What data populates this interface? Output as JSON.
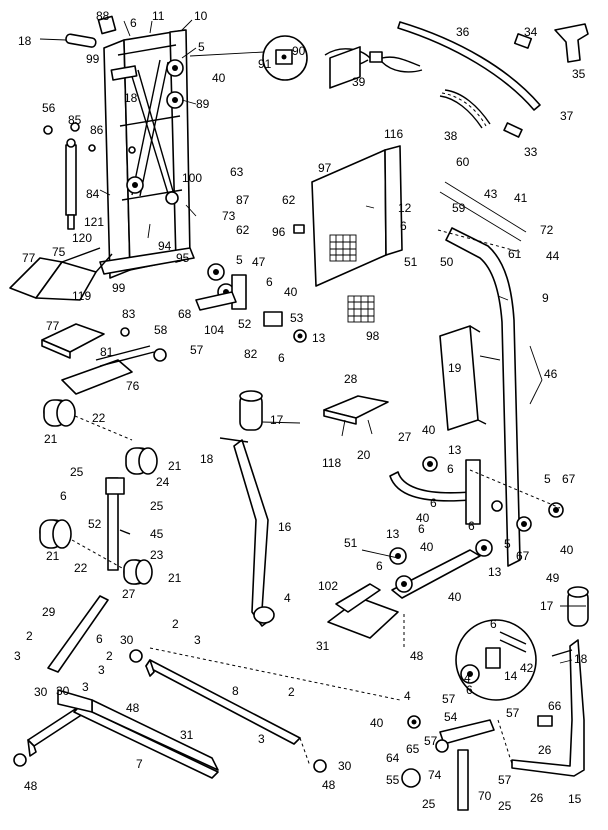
{
  "callouts": [
    {
      "id": "c88",
      "text": "88"
    },
    {
      "id": "c6a",
      "text": "6"
    },
    {
      "id": "c11",
      "text": "11"
    },
    {
      "id": "c10",
      "text": "10"
    },
    {
      "id": "c18a",
      "text": "18"
    },
    {
      "id": "c99a",
      "text": "99"
    },
    {
      "id": "c5a",
      "text": "5"
    },
    {
      "id": "c40a",
      "text": "40"
    },
    {
      "id": "c18b",
      "text": "18"
    },
    {
      "id": "c89",
      "text": "89"
    },
    {
      "id": "c91",
      "text": "91"
    },
    {
      "id": "c90",
      "text": "90"
    },
    {
      "id": "c39",
      "text": "39"
    },
    {
      "id": "c36",
      "text": "36"
    },
    {
      "id": "c34",
      "text": "34"
    },
    {
      "id": "c35",
      "text": "35"
    },
    {
      "id": "c37",
      "text": "37"
    },
    {
      "id": "c38",
      "text": "38"
    },
    {
      "id": "c33",
      "text": "33"
    },
    {
      "id": "c56",
      "text": "56"
    },
    {
      "id": "c85",
      "text": "85"
    },
    {
      "id": "c86",
      "text": "86"
    },
    {
      "id": "c116",
      "text": "116"
    },
    {
      "id": "c84",
      "text": "84"
    },
    {
      "id": "c100",
      "text": "100"
    },
    {
      "id": "c63",
      "text": "63"
    },
    {
      "id": "c87",
      "text": "87"
    },
    {
      "id": "c73",
      "text": "73"
    },
    {
      "id": "c62a",
      "text": "62"
    },
    {
      "id": "c121",
      "text": "121"
    },
    {
      "id": "c94",
      "text": "94"
    },
    {
      "id": "c95",
      "text": "95"
    },
    {
      "id": "c120",
      "text": "120"
    },
    {
      "id": "c75",
      "text": "75"
    },
    {
      "id": "c77a",
      "text": "77"
    },
    {
      "id": "c119",
      "text": "119"
    },
    {
      "id": "c99b",
      "text": "99"
    },
    {
      "id": "c97",
      "text": "97"
    },
    {
      "id": "c62b",
      "text": "62"
    },
    {
      "id": "c12",
      "text": "12"
    },
    {
      "id": "c96",
      "text": "96"
    },
    {
      "id": "c6b",
      "text": "6"
    },
    {
      "id": "c60",
      "text": "60"
    },
    {
      "id": "c43",
      "text": "43"
    },
    {
      "id": "c41",
      "text": "41"
    },
    {
      "id": "c59",
      "text": "59"
    },
    {
      "id": "c72",
      "text": "72"
    },
    {
      "id": "c44",
      "text": "44"
    },
    {
      "id": "c51a",
      "text": "51"
    },
    {
      "id": "c50",
      "text": "50"
    },
    {
      "id": "c61",
      "text": "61"
    },
    {
      "id": "c9",
      "text": "9"
    },
    {
      "id": "c5b",
      "text": "5"
    },
    {
      "id": "c47",
      "text": "47"
    },
    {
      "id": "c6c",
      "text": "6"
    },
    {
      "id": "c40b",
      "text": "40"
    },
    {
      "id": "c68",
      "text": "68"
    },
    {
      "id": "c52a",
      "text": "52"
    },
    {
      "id": "c53",
      "text": "53"
    },
    {
      "id": "c104",
      "text": "104"
    },
    {
      "id": "c82",
      "text": "82"
    },
    {
      "id": "c6d",
      "text": "6"
    },
    {
      "id": "c13a",
      "text": "13"
    },
    {
      "id": "c98",
      "text": "98"
    },
    {
      "id": "c83",
      "text": "83"
    },
    {
      "id": "c77b",
      "text": "77"
    },
    {
      "id": "c58",
      "text": "58"
    },
    {
      "id": "c81",
      "text": "81"
    },
    {
      "id": "c57a",
      "text": "57"
    },
    {
      "id": "c76",
      "text": "76"
    },
    {
      "id": "c19",
      "text": "19"
    },
    {
      "id": "c46",
      "text": "46"
    },
    {
      "id": "c28",
      "text": "28"
    },
    {
      "id": "c17a",
      "text": "17"
    },
    {
      "id": "c22a",
      "text": "22"
    },
    {
      "id": "c21a",
      "text": "21"
    },
    {
      "id": "c18c",
      "text": "18"
    },
    {
      "id": "c21b",
      "text": "21"
    },
    {
      "id": "c118",
      "text": "118"
    },
    {
      "id": "c20",
      "text": "20"
    },
    {
      "id": "c27a",
      "text": "27"
    },
    {
      "id": "c40c",
      "text": "40"
    },
    {
      "id": "c13b",
      "text": "13"
    },
    {
      "id": "c6e",
      "text": "6"
    },
    {
      "id": "c25a",
      "text": "25"
    },
    {
      "id": "c24",
      "text": "24"
    },
    {
      "id": "c5c",
      "text": "5"
    },
    {
      "id": "c67a",
      "text": "67"
    },
    {
      "id": "c6f",
      "text": "6"
    },
    {
      "id": "c25b",
      "text": "25"
    },
    {
      "id": "c16",
      "text": "16"
    },
    {
      "id": "c6g",
      "text": "6"
    },
    {
      "id": "c52b",
      "text": "52"
    },
    {
      "id": "c45",
      "text": "45"
    },
    {
      "id": "c21c",
      "text": "21"
    },
    {
      "id": "c22b",
      "text": "22"
    },
    {
      "id": "c23",
      "text": "23"
    },
    {
      "id": "c13c",
      "text": "13"
    },
    {
      "id": "c51b",
      "text": "51"
    },
    {
      "id": "c40d",
      "text": "40"
    },
    {
      "id": "c6h",
      "text": "6"
    },
    {
      "id": "c40e",
      "text": "40"
    },
    {
      "id": "c6i",
      "text": "6"
    },
    {
      "id": "c5d",
      "text": "5"
    },
    {
      "id": "c67b",
      "text": "67"
    },
    {
      "id": "c40f",
      "text": "40"
    },
    {
      "id": "c6j",
      "text": "6"
    },
    {
      "id": "c13d",
      "text": "13"
    },
    {
      "id": "c21d",
      "text": "21"
    },
    {
      "id": "c27b",
      "text": "27"
    },
    {
      "id": "c102",
      "text": "102"
    },
    {
      "id": "c40g",
      "text": "40"
    },
    {
      "id": "c49",
      "text": "49"
    },
    {
      "id": "c17b",
      "text": "17"
    },
    {
      "id": "c4a",
      "text": "4"
    },
    {
      "id": "c29",
      "text": "29"
    },
    {
      "id": "c2a",
      "text": "2"
    },
    {
      "id": "c6k",
      "text": "6"
    },
    {
      "id": "c30a",
      "text": "30"
    },
    {
      "id": "c2b",
      "text": "2"
    },
    {
      "id": "c3a",
      "text": "3"
    },
    {
      "id": "c31a",
      "text": "31"
    },
    {
      "id": "c3b",
      "text": "3"
    },
    {
      "id": "c48a",
      "text": "48"
    },
    {
      "id": "c6l",
      "text": "6"
    },
    {
      "id": "c42",
      "text": "42"
    },
    {
      "id": "c18d",
      "text": "18"
    },
    {
      "id": "c2c",
      "text": "2"
    },
    {
      "id": "c3c",
      "text": "3"
    },
    {
      "id": "c30b",
      "text": "30"
    },
    {
      "id": "c3d",
      "text": "3"
    },
    {
      "id": "c8",
      "text": "8"
    },
    {
      "id": "c4b",
      "text": "4"
    },
    {
      "id": "c14",
      "text": "14"
    },
    {
      "id": "c48b",
      "text": "48"
    },
    {
      "id": "c2d",
      "text": "2"
    },
    {
      "id": "c6m",
      "text": "6"
    },
    {
      "id": "c4c",
      "text": "4"
    },
    {
      "id": "c40h",
      "text": "40"
    },
    {
      "id": "c57b",
      "text": "57"
    },
    {
      "id": "c66",
      "text": "66"
    },
    {
      "id": "c54",
      "text": "54"
    },
    {
      "id": "c57c",
      "text": "57"
    },
    {
      "id": "c30c",
      "text": "30"
    },
    {
      "id": "c31b",
      "text": "31"
    },
    {
      "id": "c3e",
      "text": "3"
    },
    {
      "id": "c65",
      "text": "65"
    },
    {
      "id": "c57d",
      "text": "57"
    },
    {
      "id": "c26a",
      "text": "26"
    },
    {
      "id": "c7",
      "text": "7"
    },
    {
      "id": "c64",
      "text": "64"
    },
    {
      "id": "c30d",
      "text": "30"
    },
    {
      "id": "c57e",
      "text": "57"
    },
    {
      "id": "c55",
      "text": "55"
    },
    {
      "id": "c74",
      "text": "74"
    },
    {
      "id": "c48c",
      "text": "48"
    },
    {
      "id": "c48d",
      "text": "48"
    },
    {
      "id": "c26b",
      "text": "26"
    },
    {
      "id": "c15",
      "text": "15"
    },
    {
      "id": "c25c",
      "text": "25"
    },
    {
      "id": "c70",
      "text": "70"
    },
    {
      "id": "c25d",
      "text": "25"
    }
  ]
}
